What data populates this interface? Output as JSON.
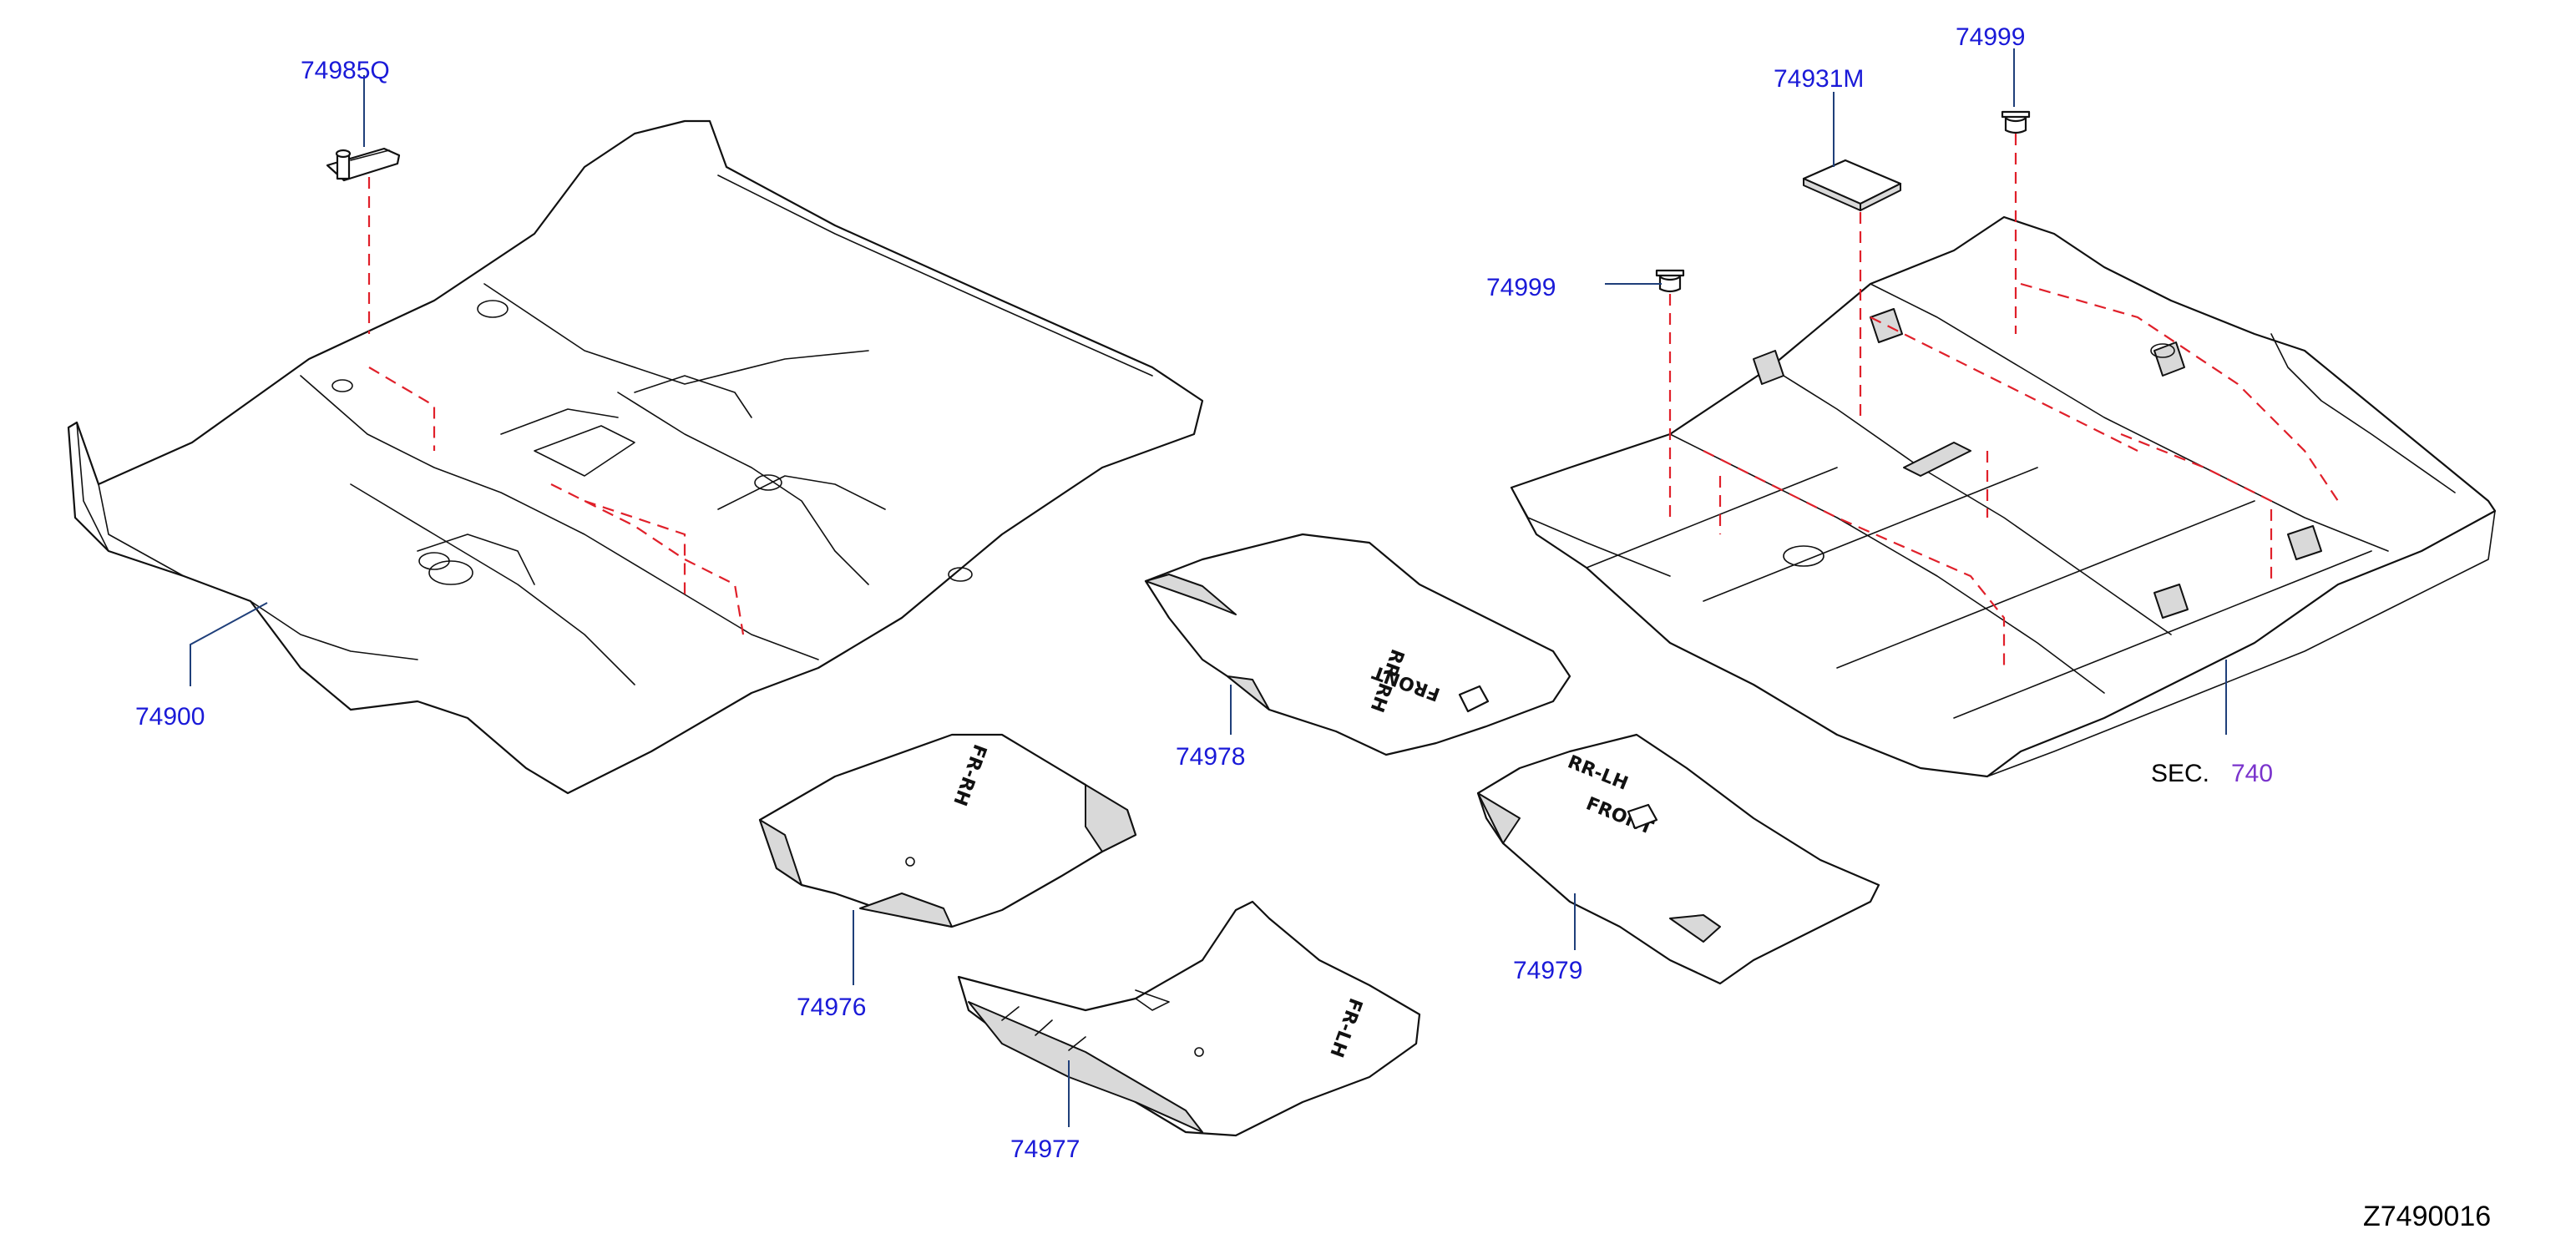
{
  "parts": [
    {
      "id": "label-74985Q",
      "text": "74985Q"
    },
    {
      "id": "label-74900",
      "text": "74900"
    },
    {
      "id": "label-74931M",
      "text": "74931M"
    },
    {
      "id": "label-74999-top",
      "text": "74999"
    },
    {
      "id": "label-74999-left",
      "text": "74999"
    },
    {
      "id": "label-74978",
      "text": "74978"
    },
    {
      "id": "label-74976",
      "text": "74976"
    },
    {
      "id": "label-74977",
      "text": "74977"
    },
    {
      "id": "label-74979",
      "text": "74979"
    }
  ],
  "section_ref": {
    "prefix": "SEC.",
    "number": "740"
  },
  "diagram_id": "Z7490016",
  "mat_markings": {
    "fr_rh": "FR-RH",
    "fr_lh": "FR-LH",
    "rr_rh": "RR-RH",
    "rr_lh": "RR-LH",
    "front": "FRONT"
  },
  "colors": {
    "label": "#1a1ad8",
    "section_number": "#7a33cc",
    "dash": "#e0202a",
    "leader": "#1f3f7a"
  }
}
